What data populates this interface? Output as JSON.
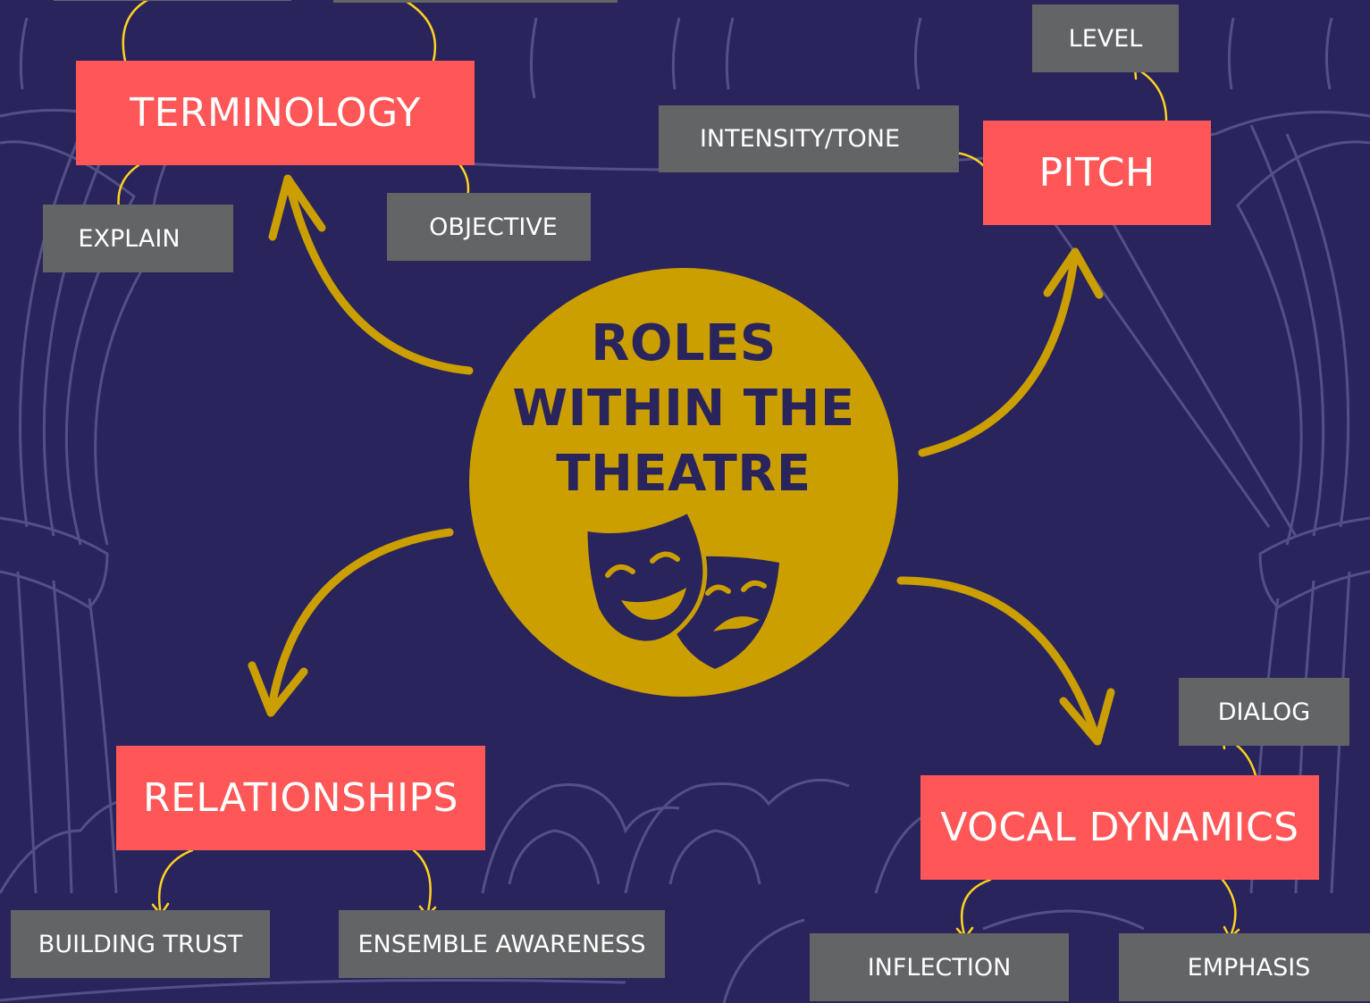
{
  "center": {
    "lines": [
      "ROLES",
      "WITHIN THE",
      "THEATRE"
    ],
    "icon": "theatre-masks-icon"
  },
  "nodes": {
    "terminology": {
      "label": "TERMINOLOGY",
      "children": [
        "EXPLAIN",
        "OBJECTIVE"
      ]
    },
    "pitch": {
      "label": "PITCH",
      "children": [
        "LEVEL",
        "INTENSITY/TONE"
      ]
    },
    "relationships": {
      "label": "RELATIONSHIPS",
      "children": [
        "BUILDING TRUST",
        "ENSEMBLE AWARENESS"
      ]
    },
    "vocal_dynamics": {
      "label": "VOCAL DYNAMICS",
      "children": [
        "DIALOG",
        "INFLECTION",
        "EMPHASIS"
      ]
    }
  },
  "colors": {
    "background": "#29245c",
    "main_box": "#ff5757",
    "sub_box": "#636466",
    "center_circle": "#cc9f00",
    "small_arrow": "#ffd21f",
    "background_line_art": "#5a5890"
  }
}
